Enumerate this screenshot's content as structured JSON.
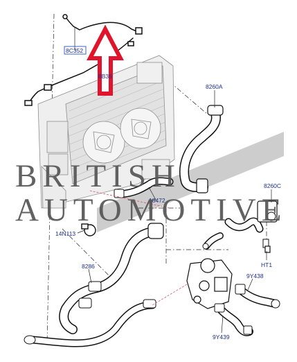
{
  "diagram": {
    "callouts": [
      {
        "id": "part-8c352",
        "text": "8C352",
        "boxed": true
      },
      {
        "id": "part-8b36",
        "text": "8B36"
      },
      {
        "id": "part-8260a",
        "text": "8260A"
      },
      {
        "id": "part-8260c",
        "text": "8260C"
      },
      {
        "id": "part-18472",
        "text": "18472"
      },
      {
        "id": "part-14n113",
        "text": "14N113"
      },
      {
        "id": "part-ht1",
        "text": "HT1"
      },
      {
        "id": "part-8286",
        "text": "8286"
      },
      {
        "id": "part-9y438",
        "text": "9Y438"
      },
      {
        "id": "part-9y439",
        "text": "9Y439"
      }
    ],
    "watermark": {
      "line1": "BRITISH",
      "line2": "AUTOMOTIVE"
    },
    "colors": {
      "callout": "#1f2f8f",
      "arrow": "#e0142a",
      "hose": "#111111",
      "engine": "#9a9a9a",
      "watermark": "#555555",
      "band": "#c2c2c2",
      "highlight_box": "#3a63c8",
      "leader_red": "#e05060"
    }
  }
}
